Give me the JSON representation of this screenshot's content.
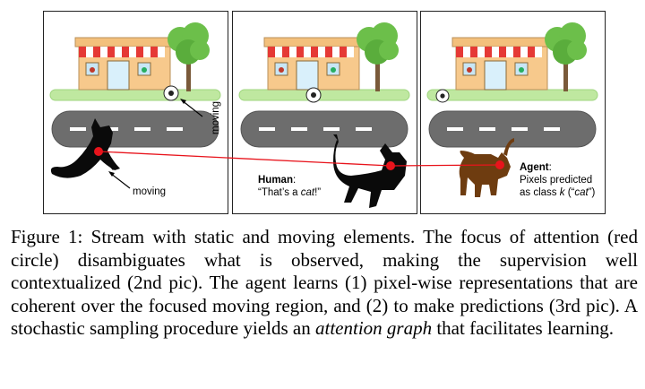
{
  "figure": {
    "panel1": {
      "moving_label_ball": "moving",
      "moving_label_cat": "moving"
    },
    "panel2": {
      "speaker": "Human",
      "quote_prefix": "“That’s a ",
      "quote_word": "cat",
      "quote_suffix": "!”"
    },
    "panel3": {
      "speaker": "Agent",
      "line1": "Pixels predicted",
      "line2_prefix": "as class ",
      "class_symbol": "k",
      "line2_mid": " (“",
      "class_word": "cat",
      "line2_suffix": "”)"
    },
    "colors": {
      "attention": "#e8141c",
      "cat_black": "#0a0a0a",
      "cat_brown": "#6e3c10",
      "road": "#6d6d6d",
      "grass": "#bfe8a0",
      "tree": "#6cbf4a",
      "awning_red": "#e53935",
      "building": "#f7c98c"
    }
  },
  "caption": {
    "label": "Figure 1:",
    "text_1": " Stream with static and moving elements. The focus of attention (red circle) disambiguates what is observed, making the supervision well contextualized (2nd pic). The agent learns (1) pixel-wise representations that are coherent over the focused moving region, and (2) to make predictions (3rd pic). A stochastic sampling procedure yields an ",
    "emph": "attention graph",
    "text_2": " that facilitates learning."
  }
}
